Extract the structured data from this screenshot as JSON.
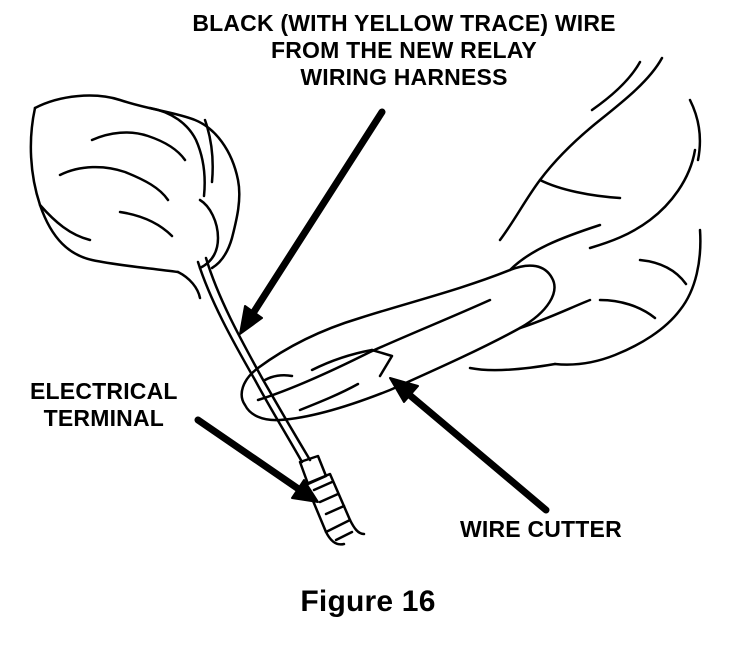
{
  "labels": {
    "wire": {
      "line1": "BLACK (WITH YELLOW TRACE) WIRE",
      "line2": "FROM THE NEW RELAY",
      "line3": "WIRING HARNESS"
    },
    "terminal": {
      "line1": "ELECTRICAL",
      "line2": "TERMINAL"
    },
    "cutter": "WIRE CUTTER"
  },
  "caption": "Figure 16",
  "colors": {
    "ink": "#000000",
    "paper": "#ffffff"
  }
}
